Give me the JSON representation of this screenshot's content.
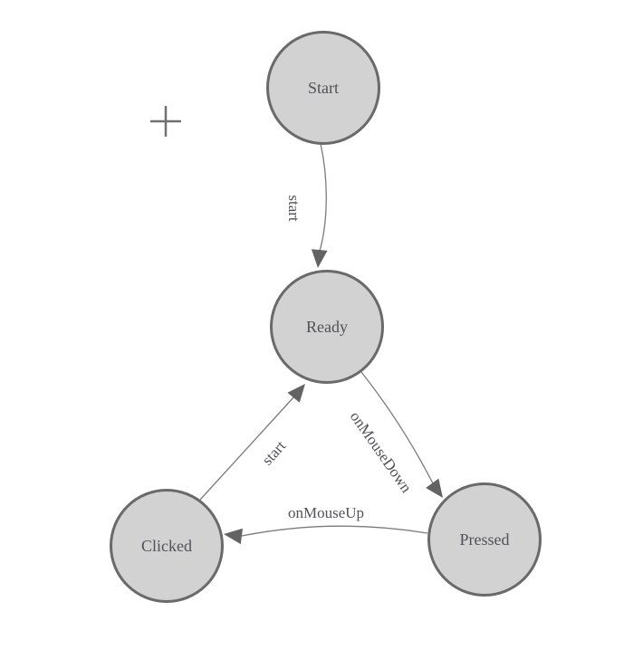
{
  "theme": {
    "background": "#ffffff",
    "node_fill": "#d2d2d2",
    "node_border": "#6a6a6a",
    "edge_color": "#7b7b7b",
    "arrow_color": "#636363",
    "label_color": "#515258",
    "crosshair_color": "#707070"
  },
  "diagram": {
    "type": "state-machine",
    "nodes": [
      {
        "id": "start",
        "label": "Start"
      },
      {
        "id": "ready",
        "label": "Ready"
      },
      {
        "id": "clicked",
        "label": "Clicked"
      },
      {
        "id": "pressed",
        "label": "Pressed"
      }
    ],
    "edges": [
      {
        "from": "Start",
        "to": "Ready",
        "label": "start"
      },
      {
        "from": "Clicked",
        "to": "Ready",
        "label": "start"
      },
      {
        "from": "Ready",
        "to": "Pressed",
        "label": "onMouseDown"
      },
      {
        "from": "Pressed",
        "to": "Clicked",
        "label": "onMouseUp"
      }
    ]
  }
}
